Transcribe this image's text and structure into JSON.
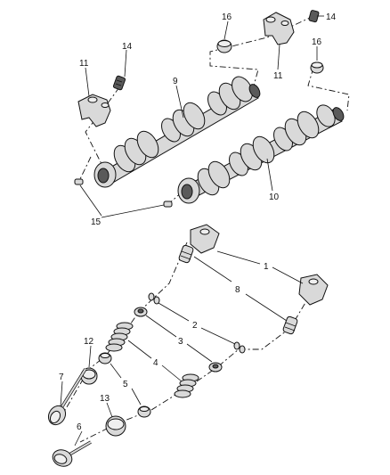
{
  "callouts": {
    "c1": "1",
    "c2": "2",
    "c3": "3",
    "c4": "4",
    "c5": "5",
    "c6": "6",
    "c7": "7",
    "c8": "8",
    "c9": "9",
    "c10": "10",
    "c11a": "11",
    "c11b": "11",
    "c12": "12",
    "c13": "13",
    "c14a": "14",
    "c14b": "14",
    "c15": "15",
    "c16a": "16",
    "c16b": "16"
  }
}
